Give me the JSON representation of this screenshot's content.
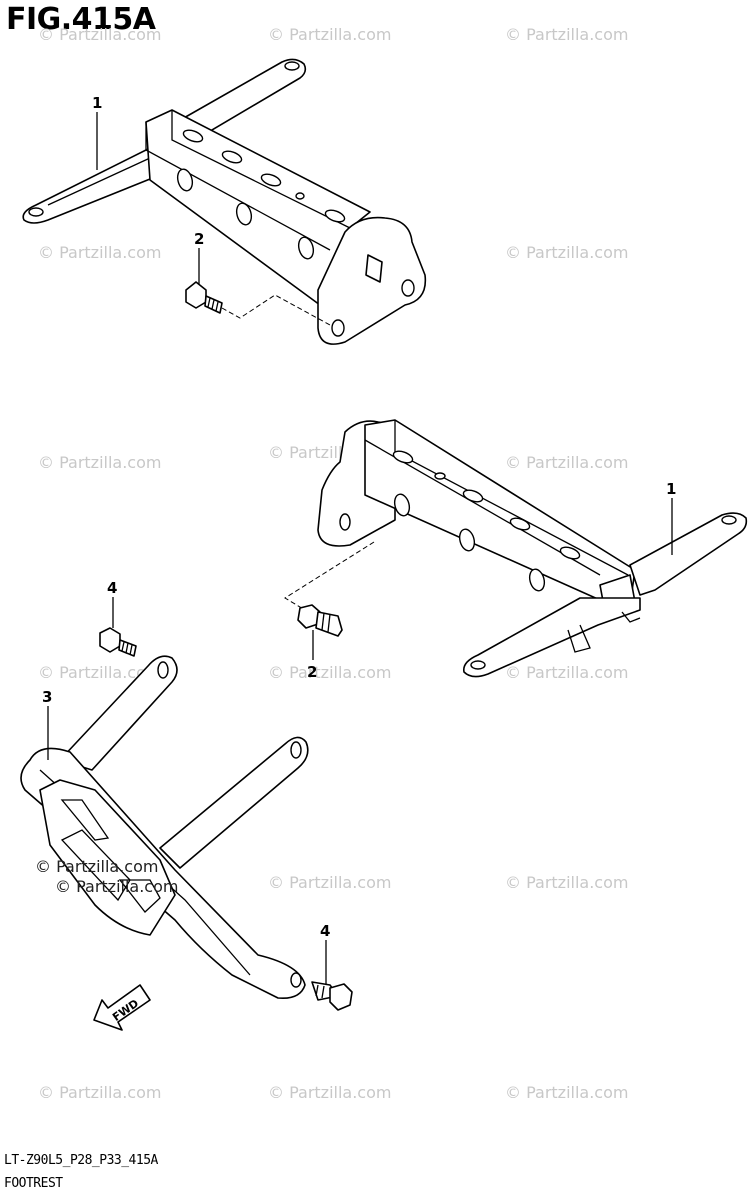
{
  "figure": {
    "title": "FIG.415A",
    "code": "LT-Z90L5_P28_P33_415A",
    "name": "FOOTREST"
  },
  "watermark": {
    "text": "© Partzilla.com",
    "text_dark": "© Partzilla.com"
  },
  "callouts": {
    "footrest_bracket_left": "1",
    "bolt_left": "2",
    "footrest_bracket_right": "1",
    "bolt_right": "2",
    "bolt_guard_upper": "4",
    "guard": "3",
    "bolt_guard_lower": "4"
  },
  "fwd_label": "FWD"
}
